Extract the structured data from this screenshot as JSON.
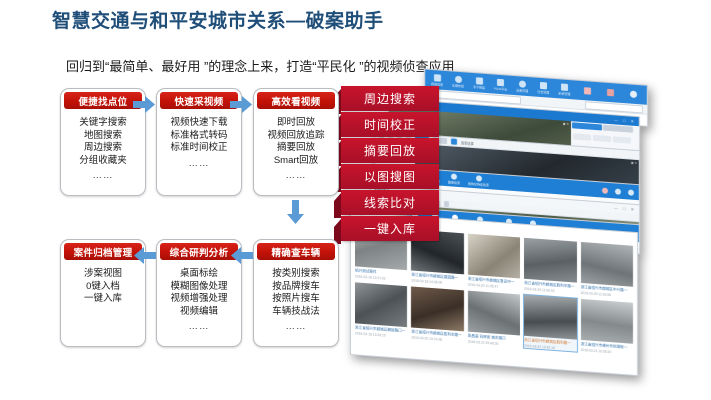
{
  "slide": {
    "title": "智慧交通与和平安城市关系—破案助手",
    "subtitle": "回归到“最简单、最好用 ”的理念上来，打造“平民化 ”的视频侦查应用"
  },
  "theme": {
    "title_color": "#1f4e79",
    "box_header_red": "#c21208",
    "banner_red": "#b4122a",
    "arrow_blue": "#5b9bd5"
  },
  "flow": {
    "boxes": [
      {
        "header": "便捷找点位",
        "items": [
          "关键字搜索",
          "地图搜索",
          "周边搜索",
          "分组收藏夹"
        ],
        "dots": "……"
      },
      {
        "header": "快速采视频",
        "items": [
          "视频快速下载",
          "标准格式转码",
          "标准时间校正"
        ],
        "dots": "……"
      },
      {
        "header": "高效看视频",
        "items": [
          "即时回放",
          "视频回放追踪",
          "摘要回放",
          "Smart回放"
        ],
        "dots": "……"
      },
      {
        "header": "案件归档管理",
        "items": [
          "涉案视图",
          "0键入档",
          "一键入库"
        ],
        "dots": ""
      },
      {
        "header": "综合研判分析",
        "items": [
          "桌面标绘",
          "模糊图像处理",
          "视频增强处理",
          "视频编辑"
        ],
        "dots": "……"
      },
      {
        "header": "精确查车辆",
        "items": [
          "按类别搜索",
          "按品牌搜车",
          "按照片搜车",
          "车辆技战法"
        ],
        "dots": "……"
      }
    ],
    "arrows": [
      {
        "name": "arrow-box1-to-box2",
        "direction": "right"
      },
      {
        "name": "arrow-box2-to-box3",
        "direction": "right"
      },
      {
        "name": "arrow-box3-to-box6",
        "direction": "down"
      },
      {
        "name": "arrow-box6-to-box5",
        "direction": "left"
      },
      {
        "name": "arrow-box5-to-box4",
        "direction": "left"
      }
    ]
  },
  "banners": [
    "周边搜索",
    "时间校正",
    "摘要回放",
    "以图搜图",
    "线索比对",
    "一键入库"
  ],
  "montage": {
    "ribbon_items": [
      "视频巡查",
      "车辆布控",
      "专干预案",
      "PGIS平台",
      "设备管理",
      "日志管理",
      "系统管理"
    ],
    "window_titles": [
      "视频资源库",
      "视频播放",
      "智能分析",
      "车辆检索库"
    ],
    "window_controls": "— □ ✕",
    "nav_items": [
      "全文检索",
      "可视检索",
      "通用检索",
      "图像检索",
      "结构化特征检索",
      "机动车布控引导",
      "标签管理"
    ],
    "subnav_items": [
      "基础信息",
      "图像信息",
      "车牌信息",
      "以图搜图",
      "技战法库",
      "以图搜图"
    ],
    "search_toolbar": [
      "中华牌",
      "品牌"
    ],
    "thumbnails": [
      {
        "caption": "绍兴测试案件",
        "timestamp": "2016-03-16 13:21:32"
      },
      {
        "caption": "浙江省绍兴市越城区建国路一",
        "timestamp": "2016-03-18 14:36:05"
      },
      {
        "caption": "浙江省绍兴市越城区鲁迅中一",
        "timestamp": "2016-03-20 11:05:47"
      },
      {
        "caption": "浙江省绍兴市越城区胜利中路一",
        "timestamp": "2016-03-29 11:06:02"
      },
      {
        "caption": "浙江省绍兴市越城区中兴路一",
        "timestamp": "2016-03-29 11:06:55"
      },
      {
        "caption": "浙江省绍兴市越城区解放路口一",
        "timestamp": "2016-03-18 13:26:10"
      },
      {
        "caption": "浙江省绍兴市越城区胜利东路一",
        "timestamp": "2016-03-20 10:14:38"
      },
      {
        "caption": "新昌县 羽林街 城东路口",
        "timestamp": "2016-03-21 09:46:30"
      },
      {
        "caption": "浙江省绍兴市越城区胜利路一",
        "timestamp": "2016-03-20 10:42:18"
      },
      {
        "caption": "浙江省绍兴市嵊州市剡湖街一",
        "timestamp": "2016-03-21 10:08:20"
      }
    ]
  }
}
